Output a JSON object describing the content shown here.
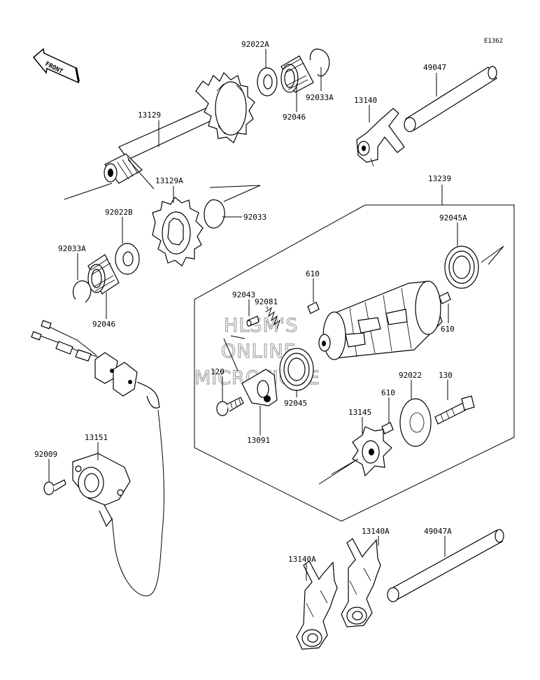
{
  "diagram_code": "E1362",
  "direction_label": "FRONT",
  "watermark": [
    "HLSM'S",
    "ONLINE",
    "MICROFICHE"
  ],
  "parts": [
    {
      "id": "p-92022a",
      "number": "92022A"
    },
    {
      "id": "p-92033a-top",
      "number": "92033A"
    },
    {
      "id": "p-92046-top",
      "number": "92046"
    },
    {
      "id": "p-49047",
      "number": "49047"
    },
    {
      "id": "p-13140",
      "number": "13140"
    },
    {
      "id": "p-13129",
      "number": "13129"
    },
    {
      "id": "p-13239",
      "number": "13239"
    },
    {
      "id": "p-13129a",
      "number": "13129A"
    },
    {
      "id": "p-92022b",
      "number": "92022B"
    },
    {
      "id": "p-92033",
      "number": "92033"
    },
    {
      "id": "p-92045a",
      "number": "92045A"
    },
    {
      "id": "p-92033a-left",
      "number": "92033A"
    },
    {
      "id": "p-610-top",
      "number": "610"
    },
    {
      "id": "p-92081",
      "number": "92081"
    },
    {
      "id": "p-92043",
      "number": "92043"
    },
    {
      "id": "p-92046-left",
      "number": "92046"
    },
    {
      "id": "p-610-right",
      "number": "610"
    },
    {
      "id": "p-120",
      "number": "120"
    },
    {
      "id": "p-92022",
      "number": "92022"
    },
    {
      "id": "p-130",
      "number": "130"
    },
    {
      "id": "p-610-mid",
      "number": "610"
    },
    {
      "id": "p-92045",
      "number": "92045"
    },
    {
      "id": "p-13145",
      "number": "13145"
    },
    {
      "id": "p-13091",
      "number": "13091"
    },
    {
      "id": "p-13151",
      "number": "13151"
    },
    {
      "id": "p-92009",
      "number": "92009"
    },
    {
      "id": "p-13140a-right",
      "number": "13140A"
    },
    {
      "id": "p-49047a",
      "number": "49047A"
    },
    {
      "id": "p-13140a-left",
      "number": "13140A"
    }
  ]
}
